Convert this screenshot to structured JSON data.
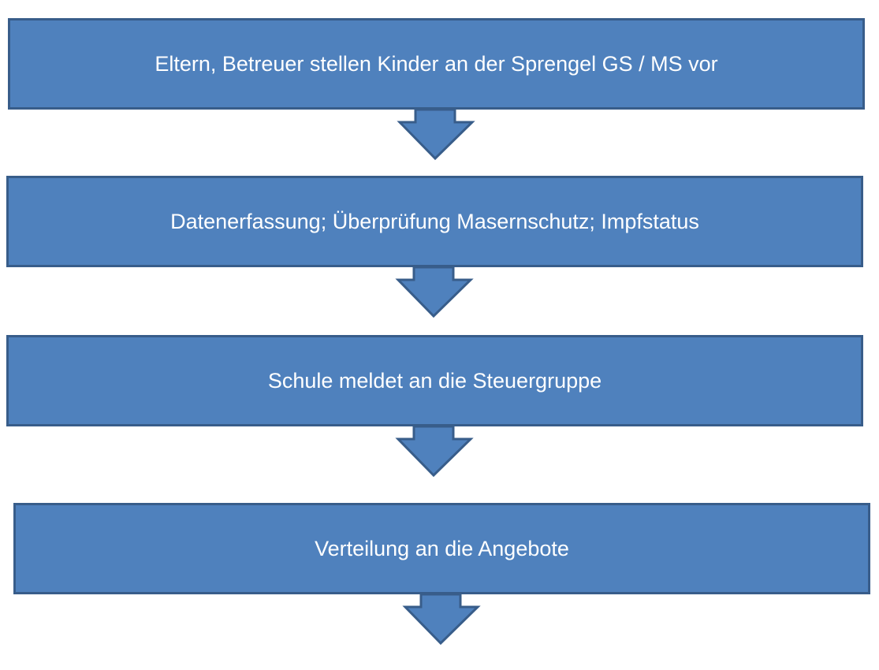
{
  "flowchart": {
    "steps": [
      {
        "label": "Eltern, Betreuer stellen Kinder an der Sprengel GS / MS vor"
      },
      {
        "label": "Datenerfassung; Überprüfung Masernschutz; Impfstatus"
      },
      {
        "label": "Schule meldet an die Steuergruppe"
      },
      {
        "label": "Verteilung an die Angebote"
      }
    ],
    "colors": {
      "box_fill": "#4f81bd",
      "box_border": "#385d8a",
      "text": "#ffffff"
    }
  }
}
